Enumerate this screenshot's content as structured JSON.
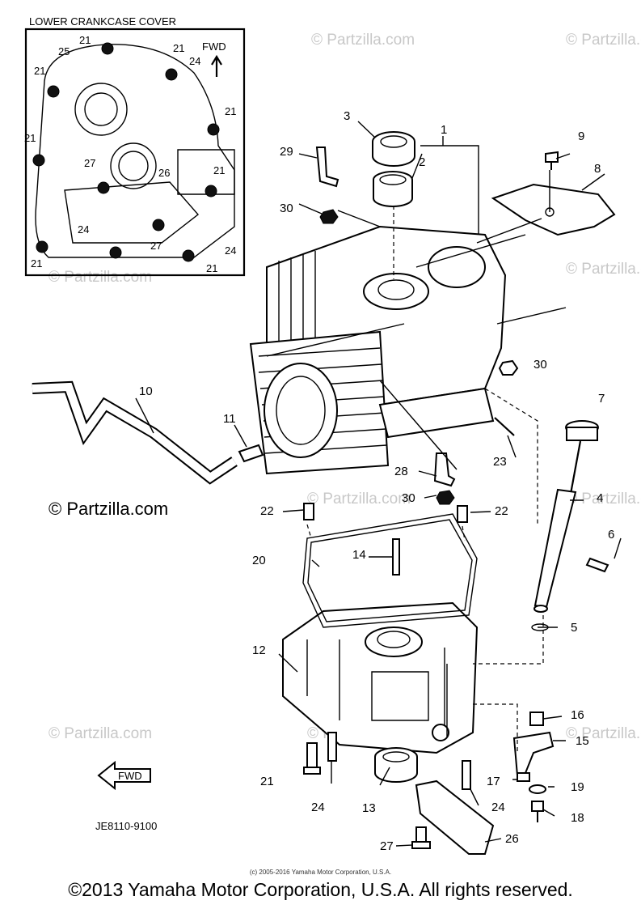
{
  "inset": {
    "title": "LOWER CRANKCASE COVER",
    "fwd_label": "FWD",
    "callouts": [
      "21",
      "21",
      "21",
      "25",
      "24",
      "21",
      "21",
      "27",
      "26",
      "21",
      "24",
      "27",
      "24",
      "21",
      "21"
    ]
  },
  "callouts": {
    "c1": "1",
    "c2": "2",
    "c3": "3",
    "c4": "4",
    "c5": "5",
    "c6": "6",
    "c7": "7",
    "c8": "8",
    "c9": "9",
    "c10": "10",
    "c11": "11",
    "c12": "12",
    "c13": "13",
    "c14": "14",
    "c15": "15",
    "c16": "16",
    "c17": "17",
    "c18": "18",
    "c19": "19",
    "c20": "20",
    "c21": "21",
    "c22a": "22",
    "c22b": "22",
    "c23": "23",
    "c24a": "24",
    "c24b": "24",
    "c26": "26",
    "c27": "27",
    "c28": "28",
    "c29": "29",
    "c30a": "30",
    "c30b": "30",
    "c30c": "30"
  },
  "fwd_arrow_label": "FWD",
  "diagram_code": "JE8110-9100",
  "watermark": "© Partzilla.com",
  "watermark_faint": "© Partzilla.com",
  "fine_print": "(c) 2005-2016 Yamaha Motor Corporation, U.S.A.",
  "copyright": "©2013 Yamaha Motor Corporation, U.S.A. All rights reserved."
}
